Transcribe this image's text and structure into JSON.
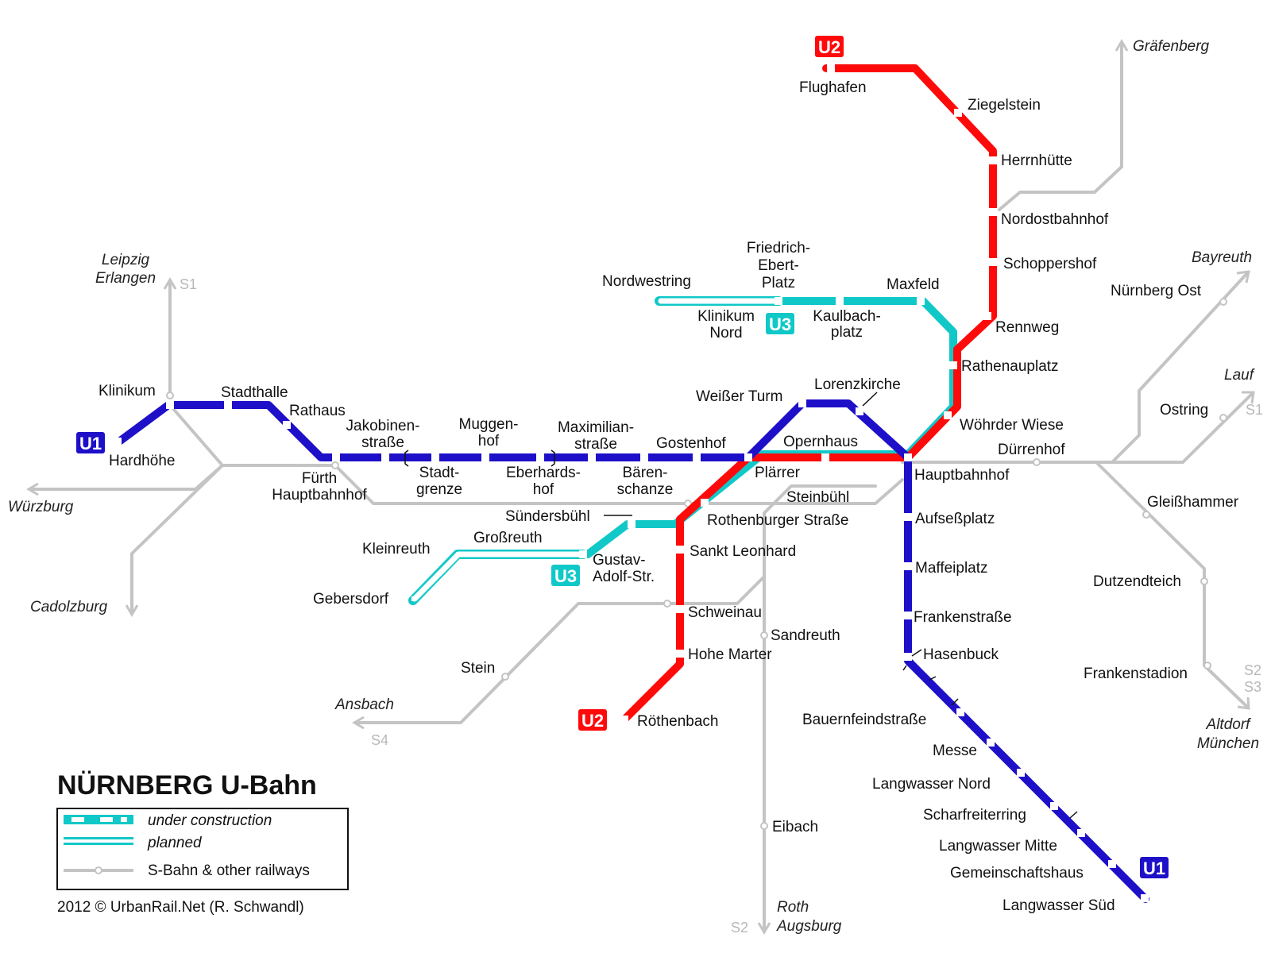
{
  "title": "NÜRNBERG U-Bahn",
  "credit": "2012 © UrbanRail.Net (R. Schwandl)",
  "colors": {
    "u1": "#1e0fc8",
    "u2": "#ff0a0a",
    "u3": "#11c8c8",
    "rail": "#c4c4c4",
    "stop": "#ffffff"
  },
  "legend": {
    "under_construction": "under construction",
    "planned": "planned",
    "rail": "S-Bahn & other railways"
  },
  "lines": {
    "u1": "U1",
    "u2": "U2",
    "u3": "U3"
  },
  "stations": {
    "u1": {
      "hardhoehe": "Hardhöhe",
      "klinikum": "Klinikum",
      "stadthalle": "Stadthalle",
      "rathaus": "Rathaus",
      "fuerth_hbf": "Fürth\nHauptbahnhof",
      "jakobinenstrasse": "Jakobinen-\nstraße",
      "stadtgrenze": "Stadt-\ngrenze",
      "muggenhof": "Muggen-\nhof",
      "eberhardshof": "Eberhards-\nhof",
      "maximilianstrasse": "Maximilian-\nstraße",
      "baerenschanze": "Bären-\nschanze",
      "gostenhof": "Gostenhof",
      "weisser_turm": "Weißer Turm",
      "lorenzkirche": "Lorenzkirche",
      "hauptbahnhof": "Hauptbahnhof",
      "aufsessplatz": "Aufseßplatz",
      "maffeiplatz": "Maffeiplatz",
      "frankenstrasse": "Frankenstraße",
      "hasenbuck": "Hasenbuck",
      "bauernfeindstrasse": "Bauernfeindstraße",
      "messe": "Messe",
      "langwasser_nord": "Langwasser Nord",
      "scharfreiterring": "Scharfreiterring",
      "langwasser_mitte": "Langwasser Mitte",
      "gemeinschaftshaus": "Gemeinschaftshaus",
      "langwasser_sued": "Langwasser Süd"
    },
    "u2": {
      "flughafen": "Flughafen",
      "ziegelstein": "Ziegelstein",
      "herrnhuette": "Herrnhütte",
      "nordostbahnhof": "Nordostbahnhof",
      "schoppershof": "Schoppershof",
      "rennweg": "Rennweg",
      "woehrder_wiese": "Wöhrder Wiese",
      "opernhaus": "Opernhaus",
      "plaerrer": "Plärrer",
      "rothenburger_strasse": "Rothenburger Straße",
      "sankt_leonhard": "Sankt Leonhard",
      "schweinau": "Schweinau",
      "hohe_marter": "Hohe Marter",
      "roethenbach": "Röthenbach"
    },
    "u3": {
      "nordwestring": "Nordwestring",
      "klinikum_nord": "Klinikum\nNord",
      "friedrich_ebert_platz": "Friedrich-\nEbert-\nPlatz",
      "kaulbachplatz": "Kaulbach-\nplatz",
      "maxfeld": "Maxfeld",
      "rathenauplatz": "Rathenauplatz",
      "suendersbuehl": "Sündersbühl",
      "grossreuth": "Großreuth",
      "kleinreuth": "Kleinreuth",
      "gebersdorf": "Gebersdorf",
      "gustav_adolf_str": "Gustav-\nAdolf-Str."
    },
    "rail": {
      "steinbuehl": "Steinbühl",
      "duerrenhof": "Dürrenhof",
      "nuernberg_ost": "Nürnberg Ost",
      "ostring": "Ostring",
      "gleisshammer": "Gleißhammer",
      "dutzendteich": "Dutzendteich",
      "frankenstadion": "Frankenstadion",
      "sandreuth": "Sandreuth",
      "eibach": "Eibach",
      "stein": "Stein"
    }
  },
  "destinations": {
    "leipzig_erlangen": "Leipzig\nErlangen",
    "wuerzburg": "Würzburg",
    "cadolzburg": "Cadolzburg",
    "ansbach": "Ansbach",
    "graefenberg": "Gräfenberg",
    "bayreuth": "Bayreuth",
    "lauf": "Lauf",
    "altdorf_muenchen": "Altdorf\nMünchen",
    "roth_augsburg": "Roth\nAugsburg"
  },
  "sbahn_labels": {
    "s1_north": "S1",
    "s1_east": "S1",
    "s2_s3": "S2\nS3",
    "s4": "S4",
    "s2_south": "S2"
  }
}
